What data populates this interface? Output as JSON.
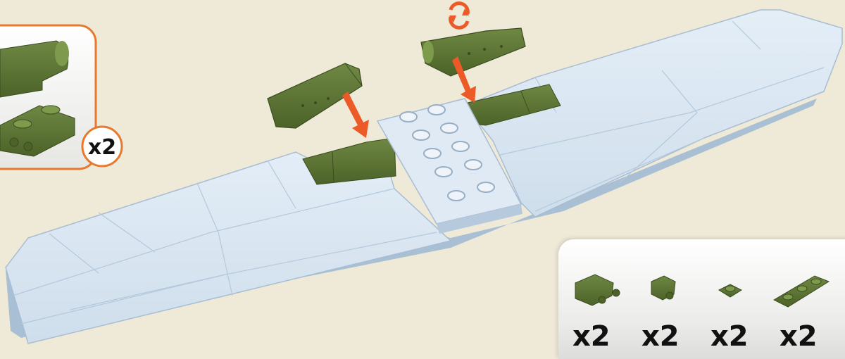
{
  "inset": {
    "multiplier": "x2"
  },
  "parts_list": {
    "quantities": [
      "x2",
      "x2",
      "x2",
      "x2"
    ]
  },
  "colors": {
    "background": "#efe9d7",
    "wing_light_blue": "#d7e6f3",
    "olive_green": "#5d7535",
    "arrow_orange": "#ec5a27",
    "inset_border": "#e7792f"
  },
  "icons": [
    "rotate-icon",
    "arrow-icon"
  ]
}
